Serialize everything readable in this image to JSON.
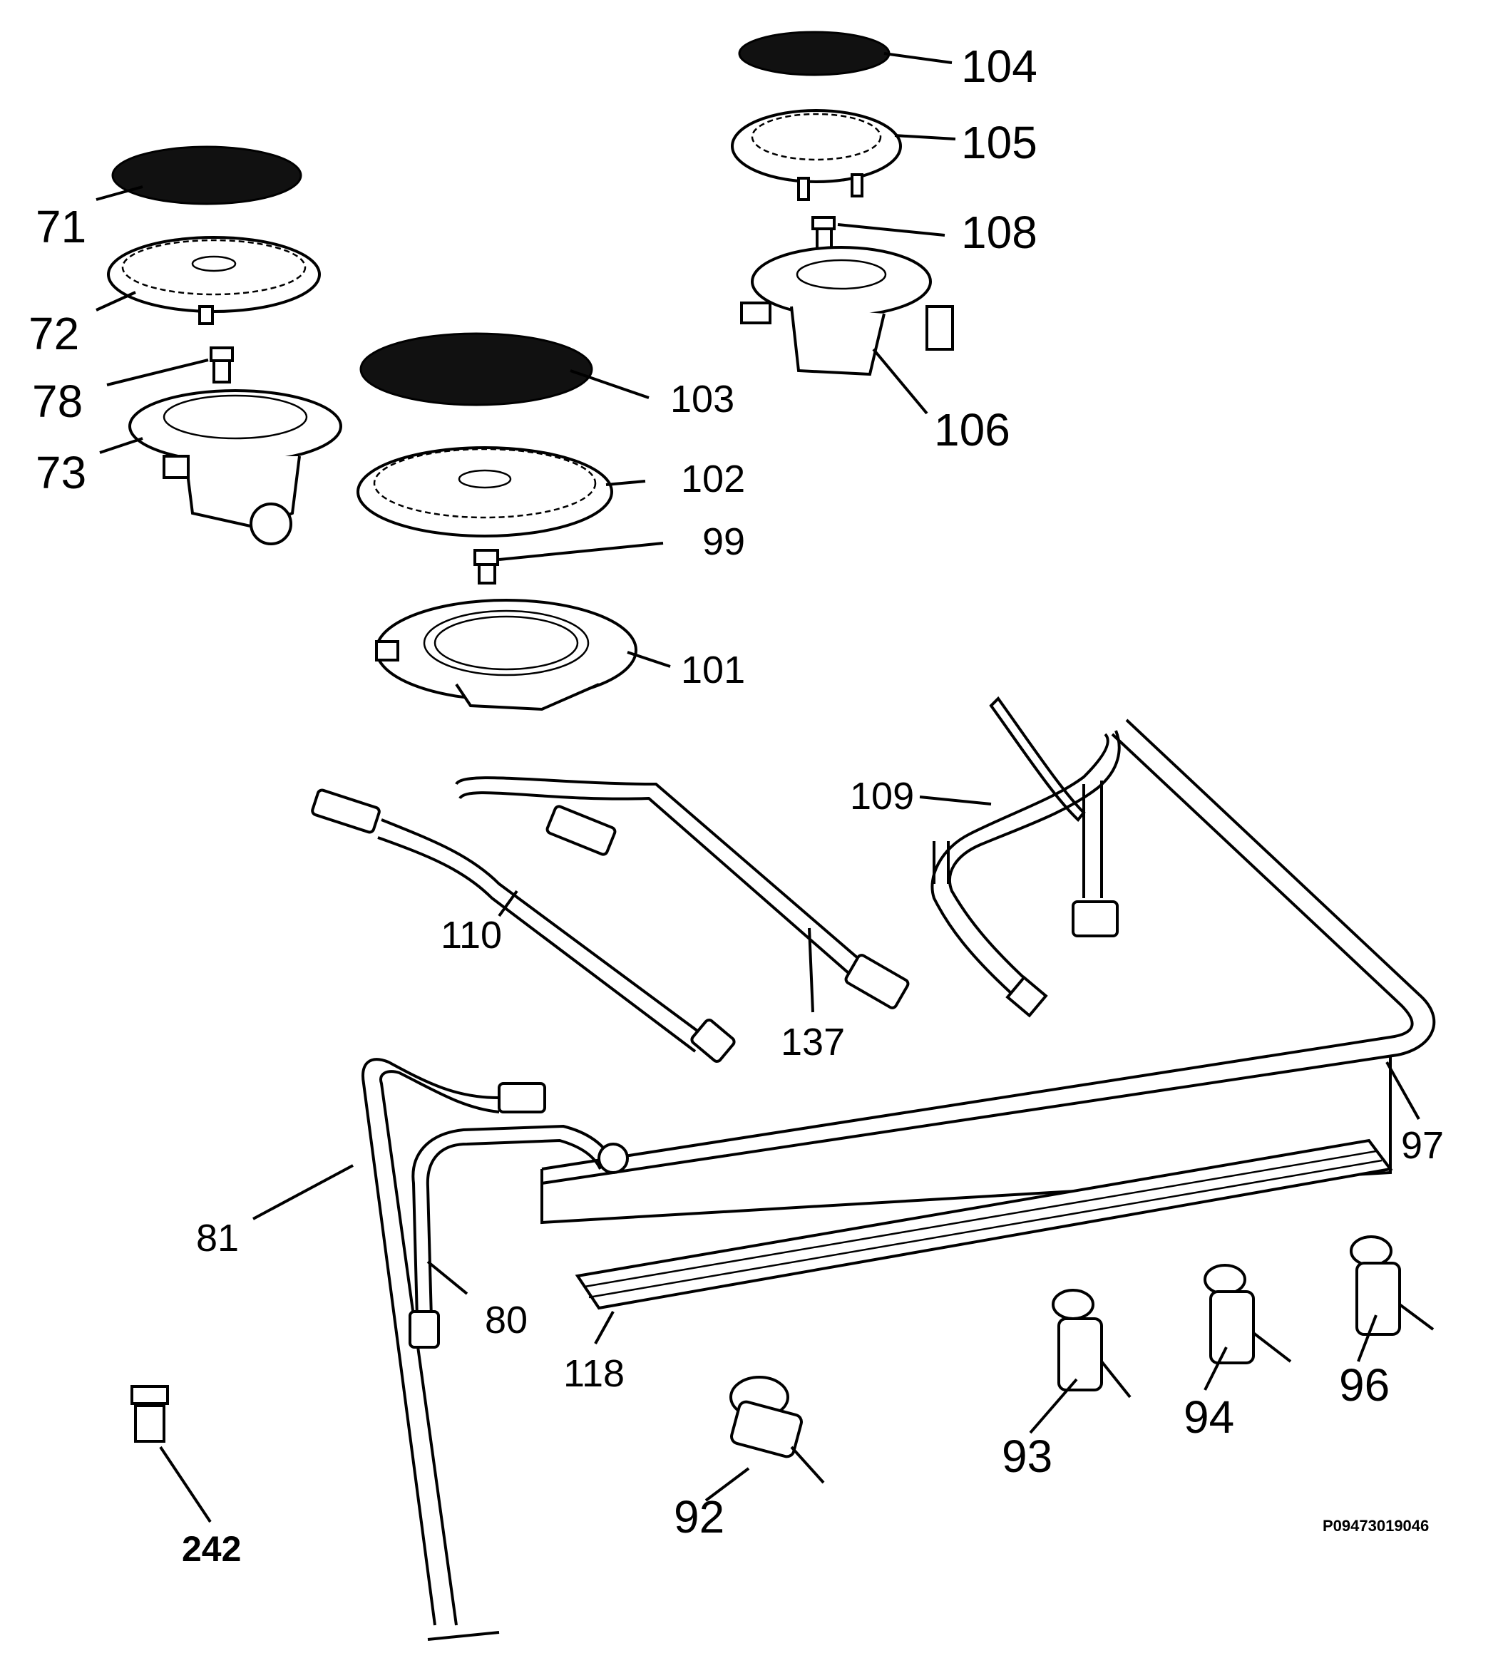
{
  "parts": [
    {
      "id": "71",
      "label": "71"
    },
    {
      "id": "72",
      "label": "72"
    },
    {
      "id": "78",
      "label": "78"
    },
    {
      "id": "73",
      "label": "73"
    },
    {
      "id": "103",
      "label": "103"
    },
    {
      "id": "102",
      "label": "102"
    },
    {
      "id": "99",
      "label": "99"
    },
    {
      "id": "101",
      "label": "101"
    },
    {
      "id": "104",
      "label": "104"
    },
    {
      "id": "105",
      "label": "105"
    },
    {
      "id": "108",
      "label": "108"
    },
    {
      "id": "106",
      "label": "106"
    },
    {
      "id": "109",
      "label": "109"
    },
    {
      "id": "110",
      "label": "110"
    },
    {
      "id": "137",
      "label": "137"
    },
    {
      "id": "97",
      "label": "97"
    },
    {
      "id": "81",
      "label": "81"
    },
    {
      "id": "80",
      "label": "80"
    },
    {
      "id": "118",
      "label": "118"
    },
    {
      "id": "92",
      "label": "92"
    },
    {
      "id": "93",
      "label": "93"
    },
    {
      "id": "94",
      "label": "94"
    },
    {
      "id": "96",
      "label": "96"
    },
    {
      "id": "242",
      "label": "242"
    }
  ],
  "drawing_code": "P09473019046"
}
